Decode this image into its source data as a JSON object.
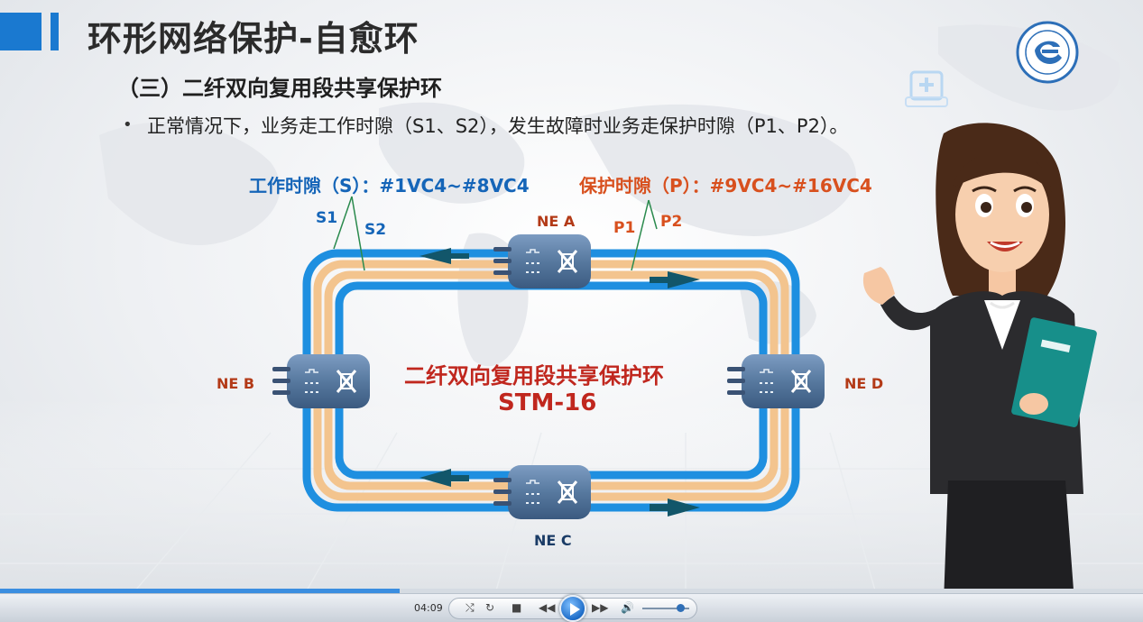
{
  "slide": {
    "title": "环形网络保护-自愈环",
    "subtitle": "（三）二纤双向复用段共享保护环",
    "bullet": "正常情况下，业务走工作时隙（S1、S2），发生故障时业务走保护时隙（P1、P2）。"
  },
  "diagram": {
    "work_label": "工作时隙（S）：#1VC4~#8VC4",
    "protect_label": "保护时隙（P）：#9VC4~#16VC4",
    "s1": "S1",
    "s2": "S2",
    "p1": "P1",
    "p2": "P2",
    "ring_title": "二纤双向复用段共享保护环",
    "ring_rate": "STM-16",
    "nodes": {
      "a": "NE A",
      "b": "NE B",
      "c": "NE C",
      "d": "NE D"
    },
    "colors": {
      "work_fiber": "#1e8fe0",
      "protect_fiber": "#f3c48e",
      "node_body": "#5c7fa8",
      "arrow": "#12566a"
    }
  },
  "player": {
    "time": "04:09",
    "progress": 0.35,
    "volume": 0.8
  }
}
